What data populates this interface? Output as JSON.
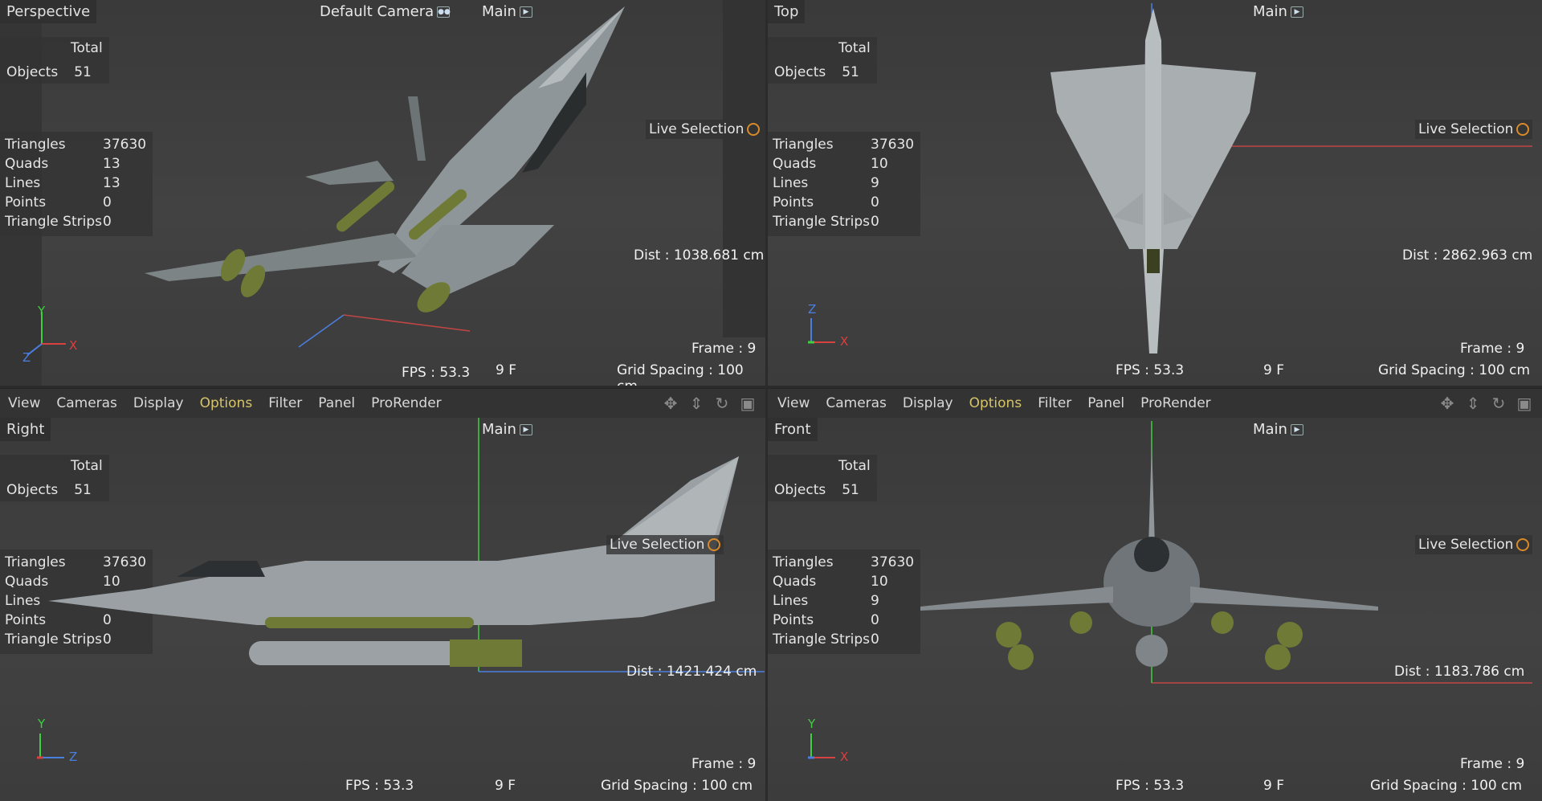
{
  "menu": [
    "View",
    "Cameras",
    "Display",
    "Options",
    "Filter",
    "Panel",
    "ProRender"
  ],
  "menu_active": "Options",
  "colors": {
    "accent": "#d6c46a",
    "axis_x": "#d94040",
    "axis_y": "#3fcf3f",
    "axis_z": "#4a7fe0",
    "selection_ring": "#d88a2a"
  },
  "common": {
    "total_label": "Total",
    "objects_label": "Objects",
    "objects": "51",
    "triangles_label": "Triangles",
    "quads_label": "Quads",
    "lines_label": "Lines",
    "points_label": "Points",
    "strips_label": "Triangle Strips",
    "live_selection": "Live Selection",
    "main": "Main",
    "fps": "FPS : 53.3",
    "frame_f": "9 F",
    "frame": "Frame : 9",
    "grid": "Grid Spacing : 100 cm"
  },
  "viewports": {
    "perspective": {
      "title": "Perspective",
      "camera": "Default Camera",
      "triangles": "37630",
      "quads": "13",
      "lines": "13",
      "points": "0",
      "strips": "0",
      "dist": "Dist : 1038.681 cm",
      "ax1": "Y",
      "ax2": "X",
      "ax3": "Z"
    },
    "top": {
      "title": "Top",
      "triangles": "37630",
      "quads": "10",
      "lines": "9",
      "points": "0",
      "strips": "0",
      "dist": "Dist : 2862.963 cm",
      "ax1": "Z",
      "ax2": "X"
    },
    "right": {
      "title": "Right",
      "triangles": "37630",
      "quads": "10",
      "lines": "9",
      "points": "0",
      "strips": "0",
      "dist": "Dist : 1421.424 cm",
      "ax1": "Y",
      "ax2": "Z"
    },
    "front": {
      "title": "Front",
      "triangles": "37630",
      "quads": "10",
      "lines": "9",
      "points": "0",
      "strips": "0",
      "dist": "Dist : 1183.786 cm",
      "ax1": "Y",
      "ax2": "X"
    }
  }
}
